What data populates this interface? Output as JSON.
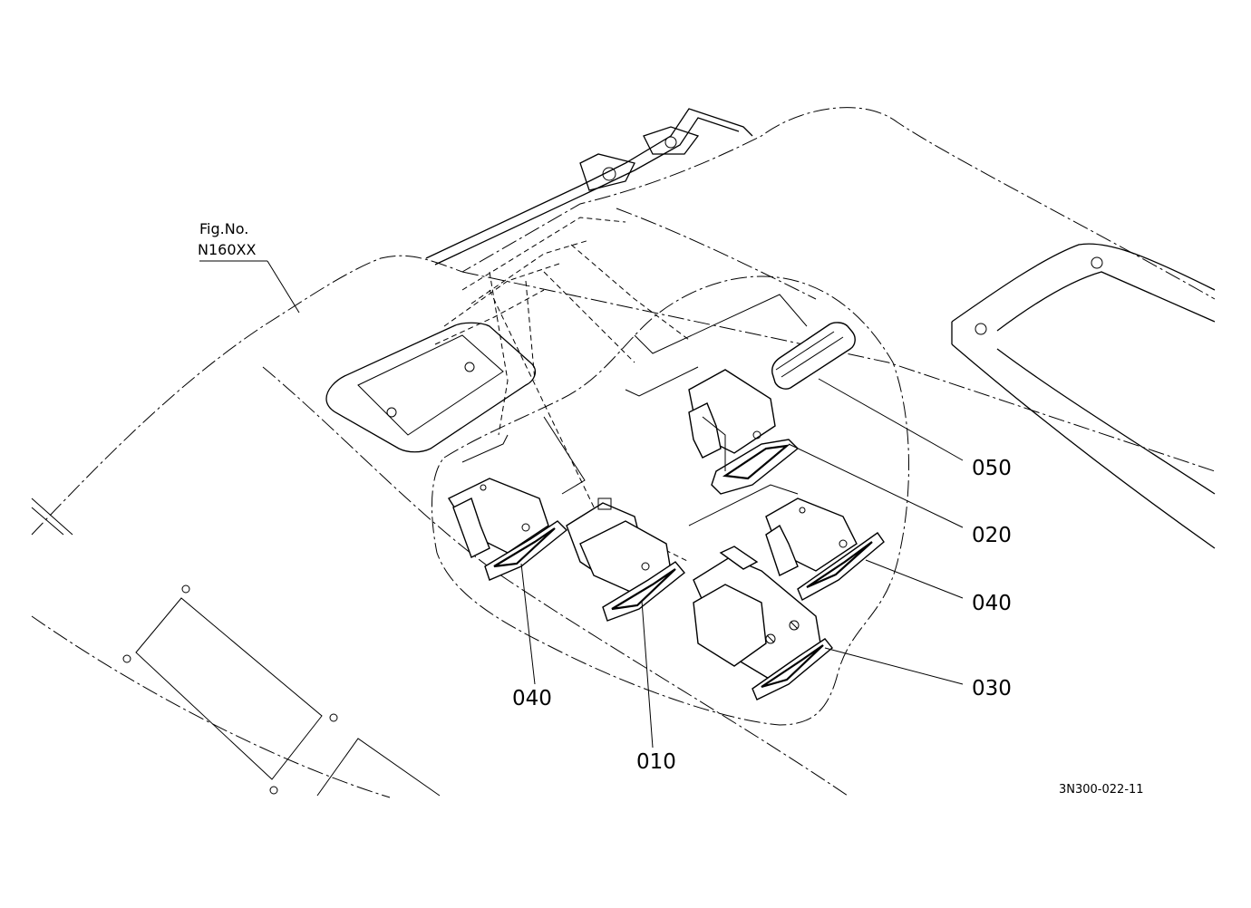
{
  "figure_ref": {
    "line1": "Fig.No.",
    "line2": "N160XX"
  },
  "callouts": [
    {
      "id": "c050",
      "label": "050"
    },
    {
      "id": "c020",
      "label": "020"
    },
    {
      "id": "c040r",
      "label": "040"
    },
    {
      "id": "c030",
      "label": "030"
    },
    {
      "id": "c040l",
      "label": "040"
    },
    {
      "id": "c010",
      "label": "010"
    }
  ],
  "drawing_number": "3N300-022-11"
}
